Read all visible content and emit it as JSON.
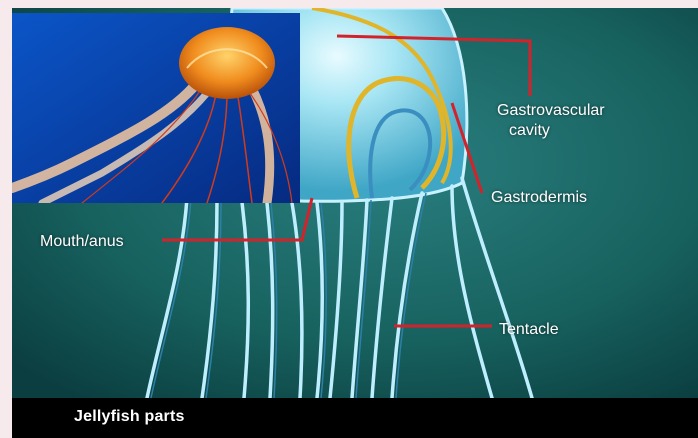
{
  "caption": "Jellyfish parts",
  "labels": {
    "gastrovascular_line1": "Gastrovascular",
    "gastrovascular_line2": "cavity",
    "gastrodermis": "Gastrodermis",
    "mouth_anus": "Mouth/anus",
    "tentacle": "Tentacle"
  },
  "colors": {
    "background_teal": "#155f62",
    "bell": "#7fd6ea",
    "gastrodermis": "#e0b52a",
    "leader_line": "#d3232a",
    "photo_water": "#0a3a9a",
    "jellyfish": "#f08c1e",
    "caption_bar": "#000000",
    "border": "#f6eaec"
  }
}
